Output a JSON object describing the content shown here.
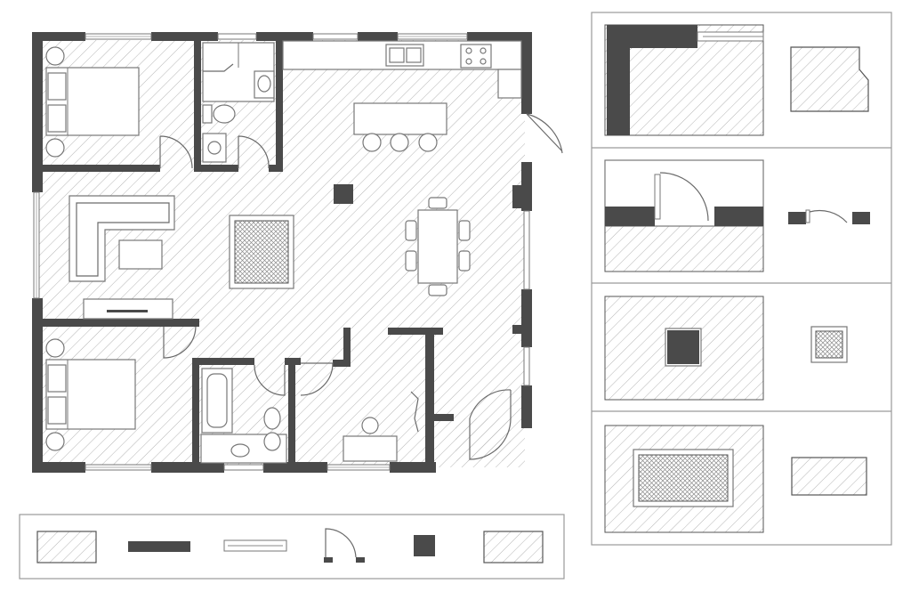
{
  "colors": {
    "wall": "#4a4a4a",
    "hatch_line": "#b5b5b5",
    "furniture_stroke": "#777777",
    "panel_border": "#9a9a9a",
    "background": "#ffffff"
  },
  "figure": {
    "main_plan": "floor-plan",
    "legend_items": [
      "floor-hatch",
      "wall",
      "window",
      "door",
      "column",
      "floor-hatch"
    ],
    "detail_rows": [
      "wall-corner",
      "door-opening",
      "column",
      "rug"
    ]
  }
}
